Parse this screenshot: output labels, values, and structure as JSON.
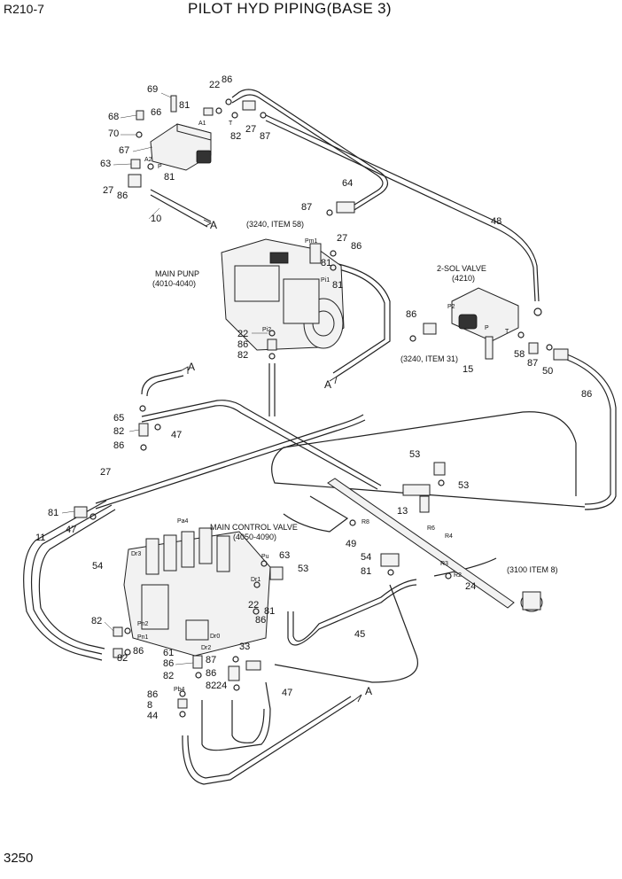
{
  "header": {
    "model": "R210-7",
    "title": "PILOT HYD PIPING(BASE 3)"
  },
  "footer": {
    "page_number": "3250"
  },
  "notes": {
    "ref_3240_58": "(3240, ITEM 58)",
    "ref_3240_31": "(3240, ITEM 31)",
    "ref_3100_8": "(3100 ITEM 8)",
    "main_pump": "MAIN PUNP",
    "main_pump_range": "(4010-4040)",
    "sol_valve": "2-SOL VALVE",
    "sol_valve_no": "(4210)",
    "mcv": "MAIN CONTROL VALVE",
    "mcv_range": "(4050-4090)"
  },
  "arrows": [
    "A",
    "A",
    "A",
    "A"
  ],
  "ports": [
    "A1",
    "T",
    "A2",
    "P",
    "Pm1",
    "Pi1",
    "P2",
    "P",
    "T",
    "Pi2",
    "Pa4",
    "Dr3",
    "Pu",
    "Dr1",
    "Pn2",
    "Pn1",
    "Dr0",
    "Dr2",
    "Pb4",
    "R8",
    "R6",
    "R4",
    "R3",
    "R2"
  ],
  "callouts": [
    "69",
    "22",
    "86",
    "81",
    "68",
    "66",
    "70",
    "67",
    "82",
    "27",
    "87",
    "63",
    "81",
    "27",
    "86",
    "10",
    "64",
    "87",
    "48",
    "27",
    "86",
    "81",
    "86",
    "81",
    "22",
    "86",
    "82",
    "58",
    "87",
    "50",
    "15",
    "86",
    "65",
    "82",
    "86",
    "47",
    "27",
    "81",
    "47",
    "53",
    "53",
    "13",
    "11",
    "54",
    "49",
    "54",
    "81",
    "63",
    "53",
    "24",
    "82",
    "86",
    "82",
    "22",
    "86",
    "81",
    "61",
    "86",
    "82",
    "33",
    "87",
    "86",
    "82",
    "24",
    "86",
    "8",
    "44",
    "47",
    "45"
  ]
}
